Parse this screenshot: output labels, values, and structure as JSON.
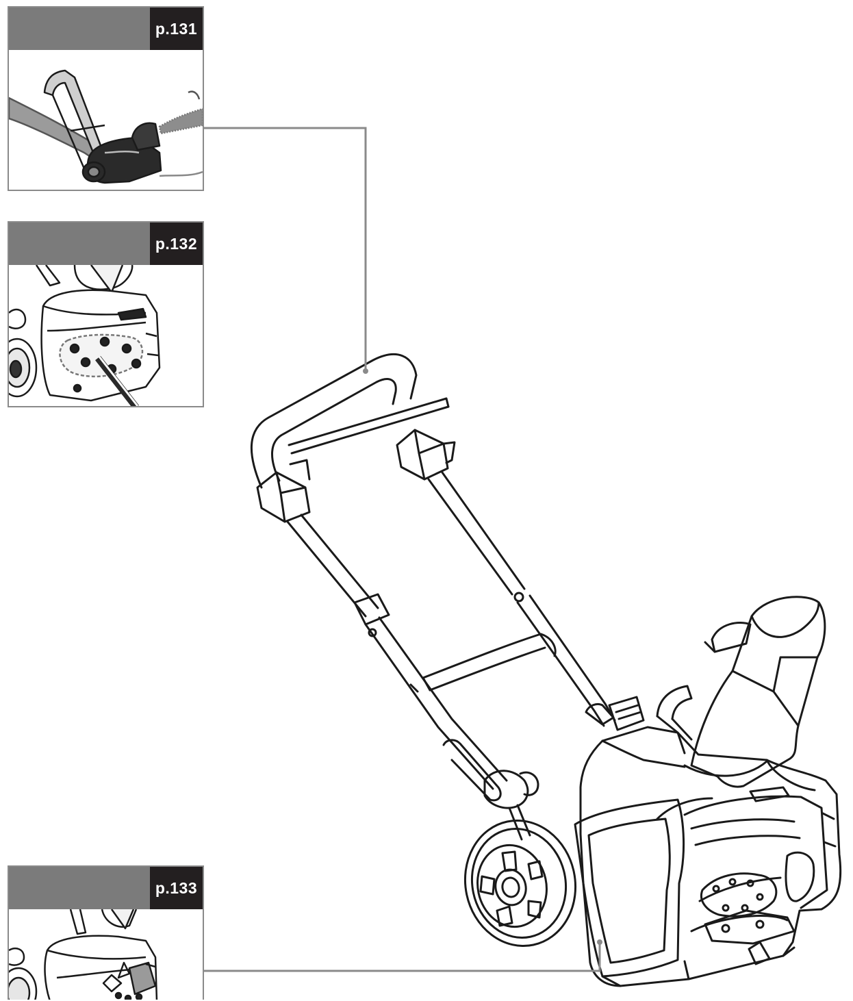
{
  "panels": [
    {
      "page_ref": "p.131",
      "icon": "snowblower-in-use-icon"
    },
    {
      "page_ref": "p.132",
      "icon": "auger-housing-bolts-icon"
    },
    {
      "page_ref": "p.133",
      "icon": "scraper-bar-icon"
    }
  ],
  "colors": {
    "panel_header": "#7b7b7b",
    "page_tag": "#231f20",
    "line_art": "#1a1a1a",
    "leader_line": "#8a8a8a"
  }
}
